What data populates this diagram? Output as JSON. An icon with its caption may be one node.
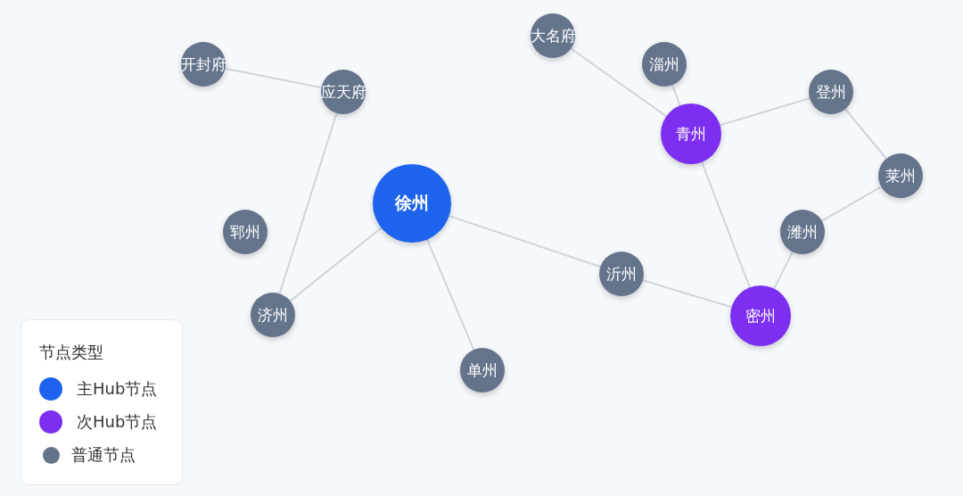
{
  "diagram": {
    "nodes": [
      {
        "text": [
          "开封府"
        ]
      },
      {
        "text": [
          "应天府"
        ]
      },
      {
        "text": [
          "大名府"
        ]
      },
      {
        "text": [
          "淄州"
        ]
      },
      {
        "text": [
          "登州"
        ]
      },
      {
        "text": [
          "青州"
        ]
      },
      {
        "text": [
          "莱州"
        ]
      },
      {
        "text": [
          "徐州"
        ]
      },
      {
        "text": [
          "郓州"
        ]
      },
      {
        "text": [
          "潍州"
        ]
      },
      {
        "text": [
          "沂州"
        ]
      },
      {
        "text": [
          "密州"
        ]
      },
      {
        "text": [
          "济州"
        ]
      },
      {
        "text": [
          "单州"
        ]
      }
    ],
    "edges": [
      {
        "from": 0,
        "to": 1,
        "arrow": "none"
      },
      {
        "from": 1,
        "to": 12,
        "arrow": "none"
      },
      {
        "from": 12,
        "to": 7,
        "arrow": "none"
      },
      {
        "from": 7,
        "to": 13,
        "arrow": "none"
      },
      {
        "from": 7,
        "to": 10,
        "arrow": "none"
      },
      {
        "from": 10,
        "to": 11,
        "arrow": "none"
      },
      {
        "from": 11,
        "to": 5,
        "arrow": "none"
      },
      {
        "from": 11,
        "to": 9,
        "arrow": "none"
      },
      {
        "from": 9,
        "to": 6,
        "arrow": "none"
      },
      {
        "from": 6,
        "to": 4,
        "arrow": "none"
      },
      {
        "from": 4,
        "to": 5,
        "arrow": "none"
      },
      {
        "from": 5,
        "to": 3,
        "arrow": "none"
      },
      {
        "from": 5,
        "to": 2,
        "arrow": "none"
      }
    ],
    "labels": [
      "节点类型"
    ],
    "legend": [
      {
        "text": "主Hub节点",
        "color": "#1d63ed"
      },
      {
        "text": "次Hub节点",
        "color": "#7c2ff0"
      },
      {
        "text": "普通节点",
        "color": "#64748b"
      }
    ]
  }
}
